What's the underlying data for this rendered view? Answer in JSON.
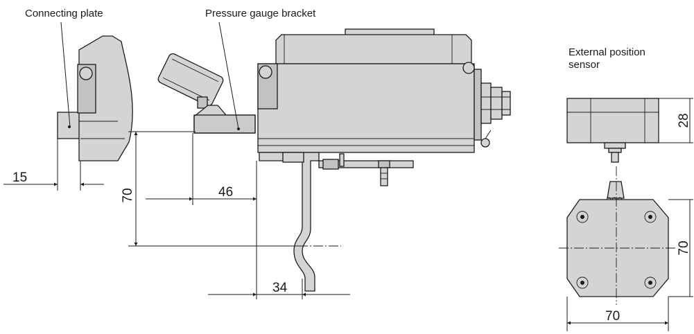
{
  "labels": {
    "connecting_plate": "Connecting plate",
    "pressure_gauge_bracket": "Pressure gauge bracket",
    "sensor_line1": "External position",
    "sensor_line2": "sensor"
  },
  "dimensions": {
    "plate_thickness": "15",
    "bracket_offset": "46",
    "height": "70",
    "foot_offset": "34",
    "sensor_height": "28",
    "sensor_width": "70",
    "sensor_length": "70"
  }
}
